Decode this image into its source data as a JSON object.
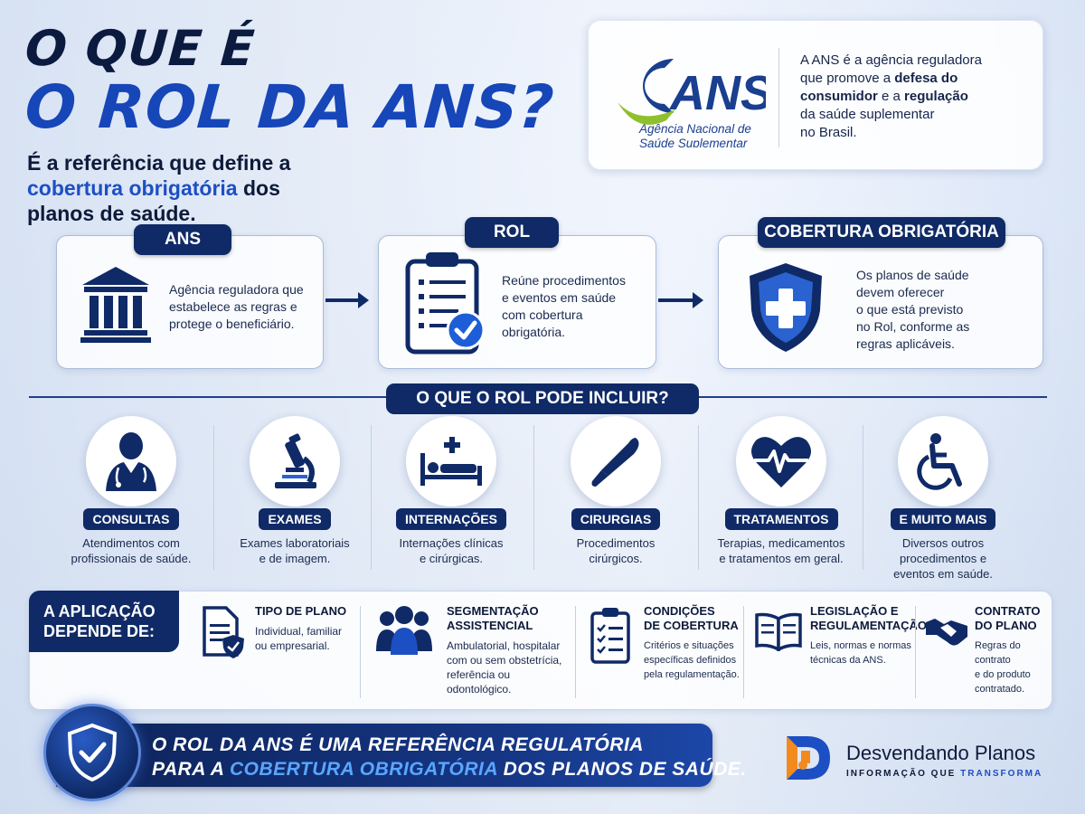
{
  "title": {
    "line1": "O QUE É",
    "line2": "O ROL DA ANS?"
  },
  "subtitle": {
    "part1": "É a referência que define a",
    "highlight": "cobertura obrigatória",
    "part2": "dos",
    "part3": "planos de saúde."
  },
  "ans_card": {
    "logo_text": "ANS",
    "logo_sub1": "Agência Nacional de",
    "logo_sub2": "Saúde Suplementar",
    "desc_l1": "A ANS é a agência reguladora",
    "desc_l2a": "que promove a ",
    "desc_l2b": "defesa do",
    "desc_l3a": "consumidor",
    "desc_l3b": " e a ",
    "desc_l3c": "regulação",
    "desc_l4": "da saúde suplementar",
    "desc_l5": "no Brasil."
  },
  "flow": {
    "ans": {
      "tag": "ANS",
      "l1": "Agência reguladora que",
      "l2": "estabelece as regras e",
      "l3": "protege o beneficiário."
    },
    "rol": {
      "tag": "ROL",
      "l1": "Reúne procedimentos",
      "l2": "e eventos em saúde",
      "l3": "com cobertura",
      "l4": "obrigatória."
    },
    "cobertura": {
      "tag": "COBERTURA OBRIGATÓRIA",
      "l1": "Os planos de saúde",
      "l2": "devem oferecer",
      "l3": "o que está previsto",
      "l4": "no Rol, conforme as",
      "l5": "regras aplicáveis."
    }
  },
  "section_title": "O QUE O ROL PODE INCLUIR?",
  "items": [
    {
      "tag": "CONSULTAS",
      "l1": "Atendimentos com",
      "l2": "profissionais de saúde.",
      "l3": "",
      "icon": "doctor-icon"
    },
    {
      "tag": "EXAMES",
      "l1": "Exames laboratoriais",
      "l2": "e de imagem.",
      "l3": "",
      "icon": "microscope-icon"
    },
    {
      "tag": "INTERNAÇÕES",
      "l1": "Internações clínicas",
      "l2": "e cirúrgicas.",
      "l3": "",
      "icon": "hospital-bed-icon"
    },
    {
      "tag": "CIRURGIAS",
      "l1": "Procedimentos",
      "l2": "cirúrgicos.",
      "l3": "",
      "icon": "scalpel-icon"
    },
    {
      "tag": "TRATAMENTOS",
      "l1": "Terapias, medicamentos",
      "l2": "e tratamentos em geral.",
      "l3": "",
      "icon": "heartbeat-icon"
    },
    {
      "tag": "E MUITO MAIS",
      "l1": "Diversos outros",
      "l2": "procedimentos e",
      "l3": "eventos em saúde.",
      "icon": "wheelchair-icon"
    }
  ],
  "application": {
    "tag_l1": "A APLICAÇÃO",
    "tag_l2": "DEPENDE DE:",
    "cols": [
      {
        "t1": "TIPO DE PLANO",
        "t2": "",
        "d1": "Individual, familiar",
        "d2": "ou empresarial.",
        "d3": "",
        "d4": "",
        "icon": "document-shield-icon"
      },
      {
        "t1": "SEGMENTAÇÃO",
        "t2": "ASSISTENCIAL",
        "d1": "Ambulatorial, hospitalar",
        "d2": "com ou sem obstetrícia,",
        "d3": "referência ou",
        "d4": "odontológico.",
        "icon": "group-icon"
      },
      {
        "t1": "CONDIÇÕES",
        "t2": "DE COBERTURA",
        "d1": "Critérios e situações",
        "d2": "específicas definidos",
        "d3": "pela regulamentação.",
        "d4": "",
        "icon": "checklist-icon"
      },
      {
        "t1": "LEGISLAÇÃO E",
        "t2": "REGULAMENTAÇÃO",
        "d1": "Leis, normas e normas",
        "d2": "técnicas da ANS.",
        "d3": "",
        "d4": "",
        "icon": "book-icon"
      },
      {
        "t1": "CONTRATO",
        "t2": "DO PLANO",
        "d1": "Regras do contrato",
        "d2": "e do produto",
        "d3": "contratado.",
        "d4": "",
        "icon": "handshake-icon"
      }
    ]
  },
  "footer": {
    "l1": "O ROL DA ANS É UMA REFERÊNCIA REGULATÓRIA",
    "l2a": "PARA A ",
    "l2b": "COBERTURA OBRIGATÓRIA",
    "l2c": " DOS PLANOS DE SAÚDE."
  },
  "brand": {
    "name": "Desvendando Planos",
    "sub_a": "INFORMAÇÃO QUE ",
    "sub_b": "TRANSFORMA"
  },
  "colors": {
    "navy": "#0f2a66",
    "accent_blue": "#1d4fc4",
    "ans_green": "#8fbf2a",
    "brand_orange": "#f28a1e"
  }
}
